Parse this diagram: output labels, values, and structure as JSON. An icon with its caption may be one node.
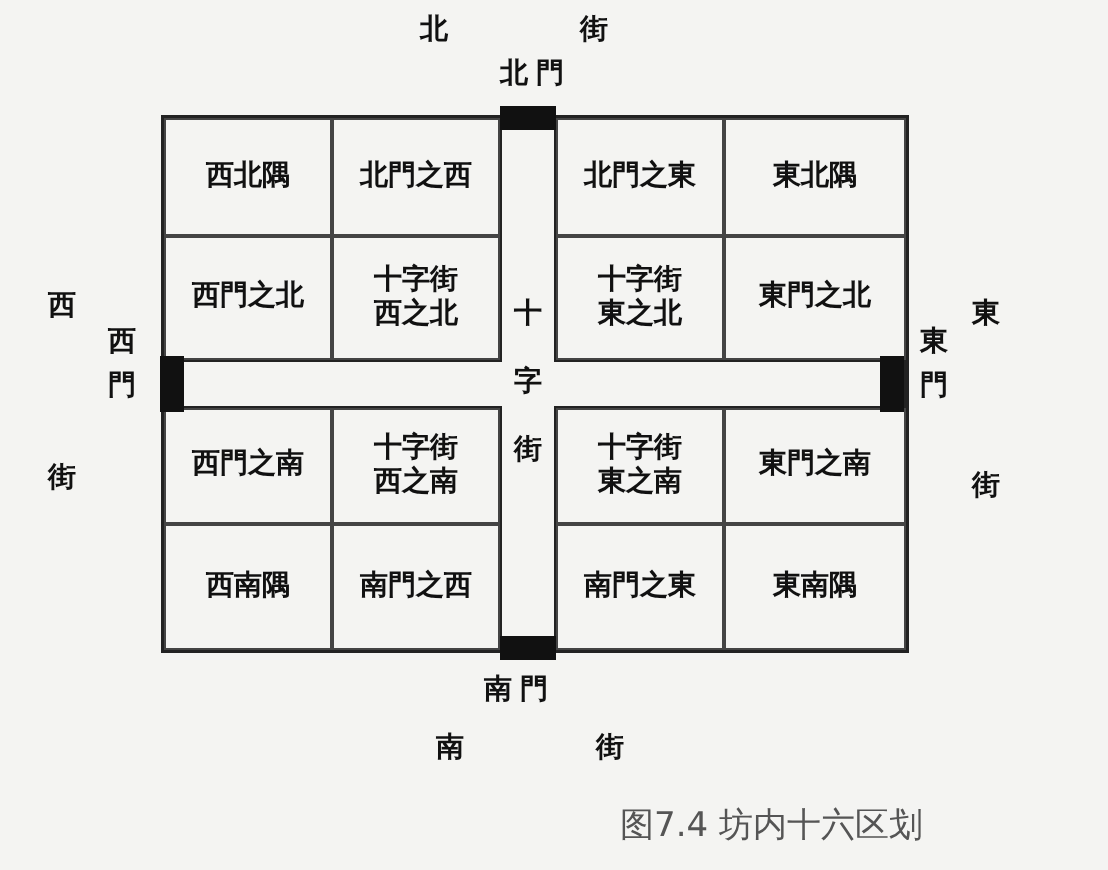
{
  "diagram": {
    "caption": "图7.4 坊内十六区划",
    "nodes": [
      {
        "text": [
          "西北隅"
        ]
      },
      {
        "text": [
          "北門之西"
        ]
      },
      {
        "text": [
          "北門之東"
        ]
      },
      {
        "text": [
          "東北隅"
        ]
      },
      {
        "text": [
          "西門之北"
        ]
      },
      {
        "text": [
          "十字街西之北"
        ]
      },
      {
        "text": [
          "十字街東之北"
        ]
      },
      {
        "text": [
          "東門之北"
        ]
      },
      {
        "text": [
          "西門之南"
        ]
      },
      {
        "text": [
          "十字街西之南"
        ]
      },
      {
        "text": [
          "十字街東之南"
        ]
      },
      {
        "text": [
          "東門之南"
        ]
      },
      {
        "text": [
          "西南隅"
        ]
      },
      {
        "text": [
          "南門之西"
        ]
      },
      {
        "text": [
          "南門之東"
        ]
      },
      {
        "text": [
          "東南隅"
        ]
      },
      {
        "text": [
          "北門"
        ]
      },
      {
        "text": [
          "西門"
        ]
      },
      {
        "text": [
          "東門"
        ]
      },
      {
        "text": [
          "南門"
        ]
      }
    ],
    "labels": [
      "北街",
      "西街",
      "十字街",
      "東街",
      "南街"
    ]
  }
}
